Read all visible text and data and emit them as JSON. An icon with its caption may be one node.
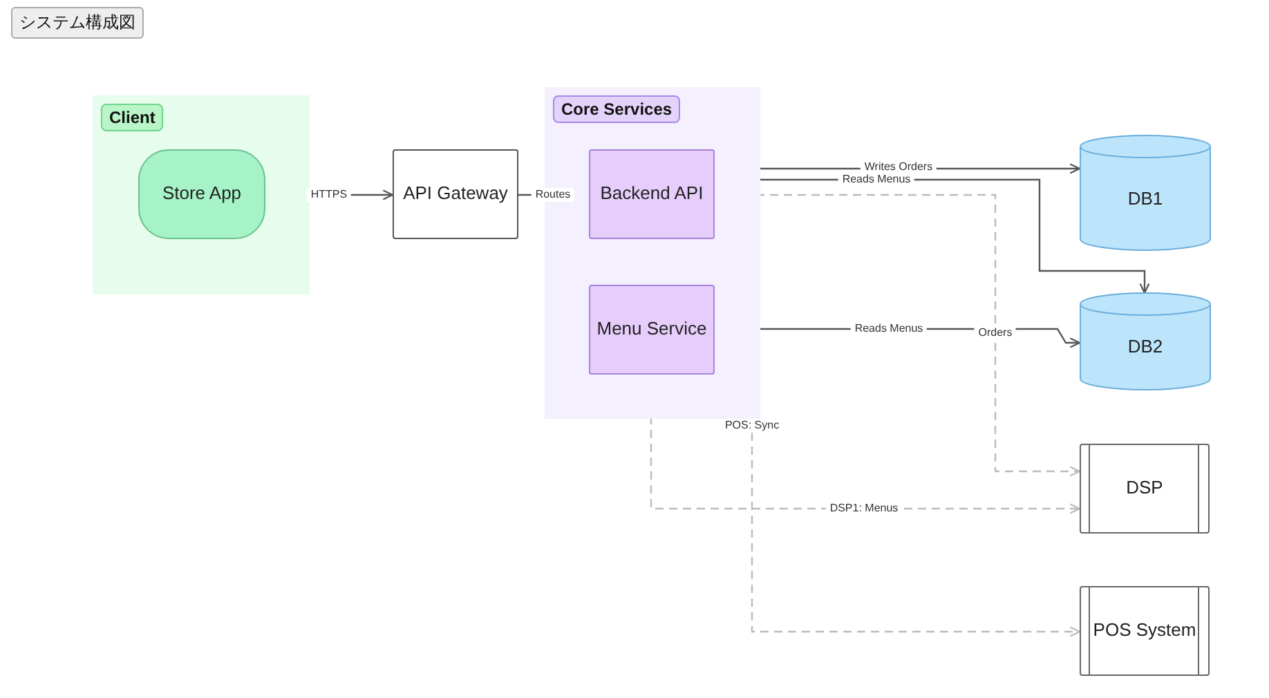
{
  "diagram": {
    "title": "システム構成図",
    "nodes": [
      {
        "text": [
          "Client"
        ]
      },
      {
        "text": [
          "Store App"
        ],
        "in": 0
      },
      {
        "text": [
          "API Gateway"
        ]
      },
      {
        "text": [
          "Core Services"
        ]
      },
      {
        "text": [
          "Backend API"
        ],
        "in": 3
      },
      {
        "text": [
          "Menu Service"
        ],
        "in": 3
      },
      {
        "text": [
          "DB1"
        ]
      },
      {
        "text": [
          "DB2"
        ]
      },
      {
        "text": [
          "DSP"
        ]
      },
      {
        "text": [
          "POS System"
        ]
      }
    ],
    "edges": [
      {
        "from": 1,
        "to": 2,
        "arrow": "to",
        "label": "HTTPS"
      },
      {
        "from": 2,
        "to": 4,
        "arrow": "to",
        "label": "Routes"
      },
      {
        "from": 4,
        "to": 6,
        "arrow": "to",
        "label": "Writes Orders"
      },
      {
        "from": 4,
        "to": 7,
        "arrow": "to",
        "label": "Reads Menus"
      },
      {
        "from": 5,
        "to": 7,
        "arrow": "to",
        "label": "Reads Menus"
      },
      {
        "from": 4,
        "to": 8,
        "arrow": "to",
        "label": "Orders",
        "style": "dashed",
        "color": "#bbbbbb"
      },
      {
        "from": 4,
        "to": 9,
        "arrow": "to",
        "label": "POS: Sync",
        "style": "dashed",
        "color": "#bbbbbb"
      },
      {
        "from": 5,
        "to": 8,
        "arrow": "to",
        "label": "DSP1: Menus",
        "style": "dashed",
        "color": "#bbbbbb"
      }
    ]
  }
}
